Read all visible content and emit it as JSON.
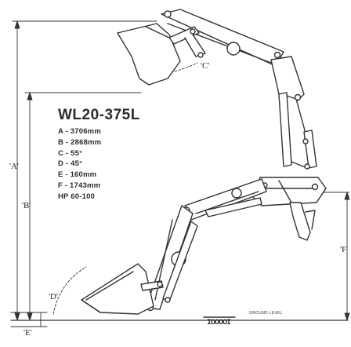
{
  "model": "WL20-375L",
  "specs": [
    "A - 3706mm",
    "B - 2868mm",
    "C - 55°",
    "D - 45°",
    "E - 160mm",
    "F - 1743mm",
    "HP 60-100"
  ],
  "dimension_labels": {
    "a": "'A'",
    "b": "'B'",
    "c": "'C'",
    "d": "'D'",
    "e": "'E'",
    "f": "'F'"
  },
  "ground_level": "GROUND LEVEL",
  "tread_mark": "IOOOOI",
  "colors": {
    "line": "#333333",
    "fill": "#ffffff"
  }
}
